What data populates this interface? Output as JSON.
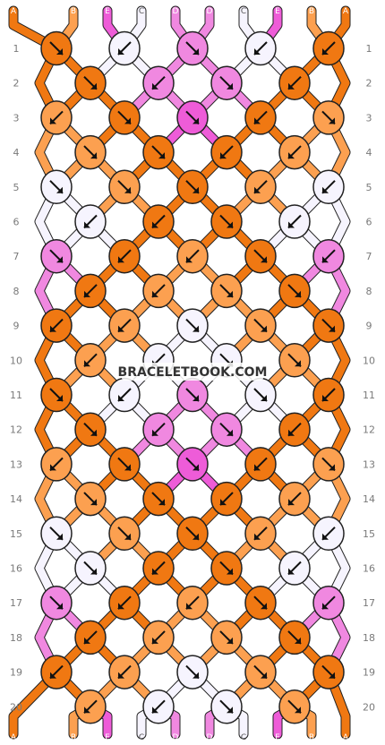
{
  "watermark": "BRACELETBOOK.COM",
  "colors": {
    "A": "#f07812",
    "B": "#fca050",
    "C": "#f6f4fe",
    "D": "#f088e0",
    "E": "#ee5cd8"
  },
  "strands_top": [
    "A",
    "B",
    "E",
    "C",
    "D",
    "D",
    "C",
    "E",
    "B",
    "A"
  ],
  "strands_bottom": [
    "A",
    "B",
    "E",
    "C",
    "D",
    "D",
    "C",
    "E",
    "B",
    "A"
  ],
  "row_numbers": [
    "1",
    "2",
    "3",
    "4",
    "5",
    "6",
    "7",
    "8",
    "9",
    "10",
    "11",
    "12",
    "13",
    "14",
    "15",
    "16",
    "17",
    "18",
    "19",
    "20"
  ],
  "knots": {
    "1": [
      {
        "c": "A",
        "d": "se"
      },
      {
        "c": "C",
        "d": "sw"
      },
      {
        "c": "D",
        "d": "se"
      },
      {
        "c": "C",
        "d": "sw"
      },
      {
        "c": "A",
        "d": "sw"
      }
    ],
    "2": [
      {
        "c": "A",
        "d": "se"
      },
      {
        "c": "D",
        "d": "sw"
      },
      {
        "c": "D",
        "d": "se"
      },
      {
        "c": "A",
        "d": "sw"
      }
    ],
    "3": [
      {
        "c": "B",
        "d": "sw"
      },
      {
        "c": "A",
        "d": "se"
      },
      {
        "c": "E",
        "d": "se"
      },
      {
        "c": "A",
        "d": "sw"
      },
      {
        "c": "B",
        "d": "se"
      }
    ],
    "4": [
      {
        "c": "B",
        "d": "se"
      },
      {
        "c": "A",
        "d": "se"
      },
      {
        "c": "A",
        "d": "sw"
      },
      {
        "c": "B",
        "d": "sw"
      }
    ],
    "5": [
      {
        "c": "C",
        "d": "se"
      },
      {
        "c": "B",
        "d": "se"
      },
      {
        "c": "A",
        "d": "se"
      },
      {
        "c": "B",
        "d": "sw"
      },
      {
        "c": "C",
        "d": "sw"
      }
    ],
    "6": [
      {
        "c": "C",
        "d": "sw"
      },
      {
        "c": "A",
        "d": "sw"
      },
      {
        "c": "A",
        "d": "se"
      },
      {
        "c": "C",
        "d": "sw"
      }
    ],
    "7": [
      {
        "c": "D",
        "d": "se"
      },
      {
        "c": "A",
        "d": "sw"
      },
      {
        "c": "B",
        "d": "sw"
      },
      {
        "c": "A",
        "d": "se"
      },
      {
        "c": "D",
        "d": "sw"
      }
    ],
    "8": [
      {
        "c": "A",
        "d": "sw"
      },
      {
        "c": "B",
        "d": "sw"
      },
      {
        "c": "B",
        "d": "se"
      },
      {
        "c": "A",
        "d": "se"
      }
    ],
    "9": [
      {
        "c": "A",
        "d": "sw"
      },
      {
        "c": "B",
        "d": "sw"
      },
      {
        "c": "C",
        "d": "se"
      },
      {
        "c": "B",
        "d": "se"
      },
      {
        "c": "A",
        "d": "se"
      }
    ],
    "10": [
      {
        "c": "B",
        "d": "sw"
      },
      {
        "c": "C",
        "d": "sw"
      },
      {
        "c": "C",
        "d": "se"
      },
      {
        "c": "B",
        "d": "se"
      }
    ],
    "11": [
      {
        "c": "A",
        "d": "se"
      },
      {
        "c": "C",
        "d": "sw"
      },
      {
        "c": "D",
        "d": "se"
      },
      {
        "c": "C",
        "d": "se"
      },
      {
        "c": "A",
        "d": "sw"
      }
    ],
    "12": [
      {
        "c": "A",
        "d": "se"
      },
      {
        "c": "D",
        "d": "sw"
      },
      {
        "c": "D",
        "d": "se"
      },
      {
        "c": "A",
        "d": "sw"
      }
    ],
    "13": [
      {
        "c": "B",
        "d": "sw"
      },
      {
        "c": "A",
        "d": "se"
      },
      {
        "c": "E",
        "d": "se"
      },
      {
        "c": "A",
        "d": "sw"
      },
      {
        "c": "B",
        "d": "se"
      }
    ],
    "14": [
      {
        "c": "B",
        "d": "se"
      },
      {
        "c": "A",
        "d": "se"
      },
      {
        "c": "A",
        "d": "sw"
      },
      {
        "c": "B",
        "d": "sw"
      }
    ],
    "15": [
      {
        "c": "C",
        "d": "se"
      },
      {
        "c": "B",
        "d": "se"
      },
      {
        "c": "A",
        "d": "se"
      },
      {
        "c": "B",
        "d": "sw"
      },
      {
        "c": "C",
        "d": "sw"
      }
    ],
    "16": [
      {
        "c": "C",
        "d": "se"
      },
      {
        "c": "A",
        "d": "sw"
      },
      {
        "c": "A",
        "d": "se"
      },
      {
        "c": "C",
        "d": "sw"
      }
    ],
    "17": [
      {
        "c": "D",
        "d": "se"
      },
      {
        "c": "A",
        "d": "sw"
      },
      {
        "c": "B",
        "d": "sw"
      },
      {
        "c": "A",
        "d": "se"
      },
      {
        "c": "D",
        "d": "sw"
      }
    ],
    "18": [
      {
        "c": "A",
        "d": "sw"
      },
      {
        "c": "B",
        "d": "sw"
      },
      {
        "c": "B",
        "d": "se"
      },
      {
        "c": "A",
        "d": "se"
      }
    ],
    "19": [
      {
        "c": "A",
        "d": "sw"
      },
      {
        "c": "B",
        "d": "sw"
      },
      {
        "c": "C",
        "d": "se"
      },
      {
        "c": "B",
        "d": "se"
      },
      {
        "c": "A",
        "d": "se"
      }
    ],
    "20": [
      {
        "c": "B",
        "d": "sw"
      },
      {
        "c": "C",
        "d": "sw"
      },
      {
        "c": "C",
        "d": "se"
      },
      {
        "c": "B",
        "d": "se"
      }
    ]
  }
}
